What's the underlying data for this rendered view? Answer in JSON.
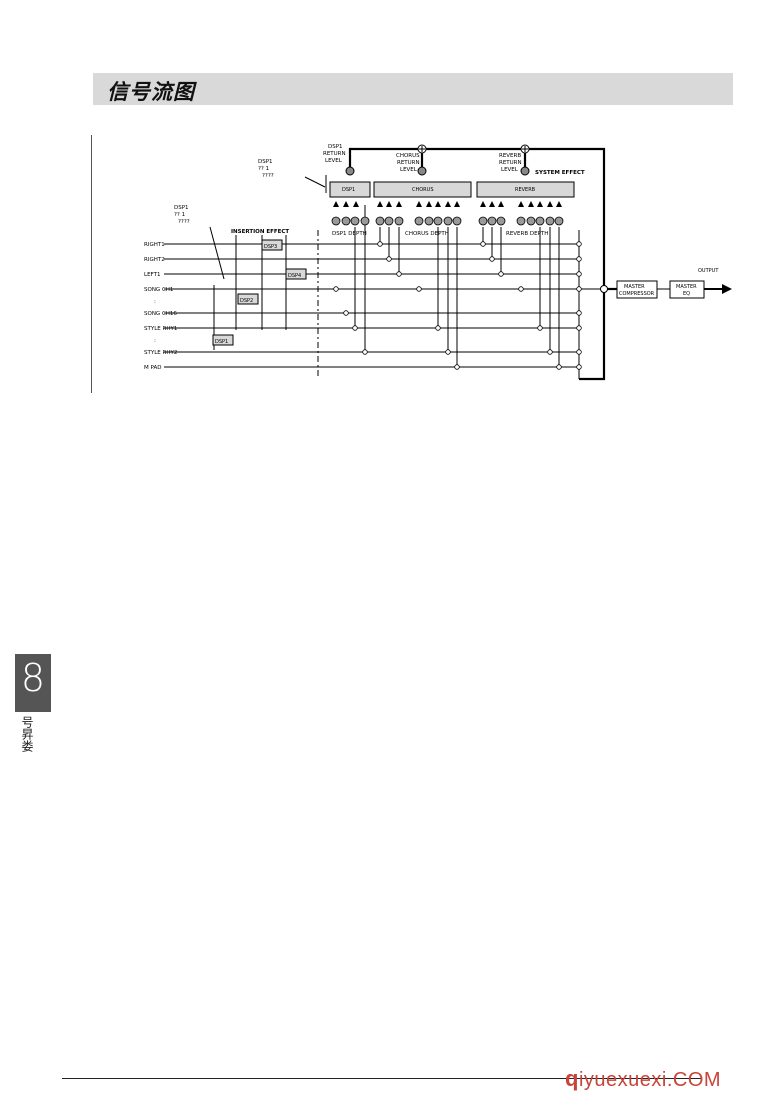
{
  "page": {
    "title": "信号流图",
    "chapter_number": "8",
    "chapter_label": "号昇娄"
  },
  "diagram": {
    "left_labels": [
      "RIGHT1",
      "RIGHT2",
      "LEFT1",
      "SONG CH1",
      "SONG CH16",
      "STYLE RHY1",
      "STYLE RHY2",
      "M PAD"
    ],
    "vdots": ":",
    "insertion_label": "INSERTION EFFECT",
    "insertion_blocks": [
      "DSP1",
      "DSP2",
      "DSP3",
      "DSP4"
    ],
    "annot_top": [
      "DSP1",
      "?? 1",
      "????"
    ],
    "annot_left": [
      "DSP1",
      "?? 1",
      "????"
    ],
    "system_label": "SYSTEM EFFECT",
    "system_blocks": [
      "DSP1",
      "CHORUS",
      "REVERB"
    ],
    "return_labels": [
      [
        "DSP1",
        "RETURN",
        "LEVEL"
      ],
      [
        "CHORUS",
        "RETURN",
        "LEVEL"
      ],
      [
        "REVERB",
        "RETURN",
        "LEVEL"
      ]
    ],
    "depth_labels": [
      "DSP1 DEPTH",
      "CHORUS DEPTH",
      "REVERB DEPTH"
    ],
    "master_compressor": [
      "MASTER",
      "COMPRESSOR"
    ],
    "master_eq": [
      "MASTER",
      "EQ"
    ],
    "output_label": "OUTPUT"
  },
  "watermark": {
    "lead": "q",
    "rest": "iyuexuexi.COM"
  }
}
